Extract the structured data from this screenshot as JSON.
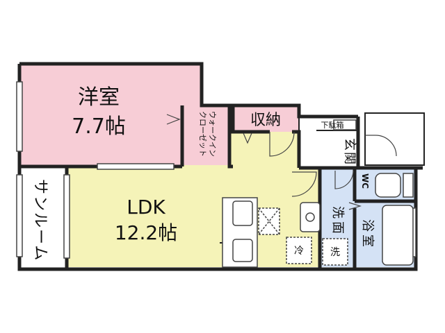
{
  "rooms": {
    "western": {
      "name": "洋室",
      "size": "7.7帖"
    },
    "walkin": {
      "line1": "ウォークイン",
      "line2": "クローゼット"
    },
    "storage": {
      "name": "収納"
    },
    "shoebox": {
      "name": "下駄箱"
    },
    "entrance": {
      "name": "玄関"
    },
    "sunroom": {
      "name": "サンルーム"
    },
    "ldk": {
      "name": "LDK",
      "size": "12.2帖"
    },
    "washroom": {
      "name": "洗面"
    },
    "wc": {
      "name": "WC"
    },
    "bath": {
      "name": "浴室"
    },
    "fridge_mark": "冷",
    "washer_mark": "洗"
  },
  "colors": {
    "western": "#f7cdd6",
    "walkin": "#f7cdd6",
    "storage": "#f7cdd6",
    "ldk": "#f5f3b8",
    "wet": "#d4e2f5",
    "wall": "#222222"
  }
}
